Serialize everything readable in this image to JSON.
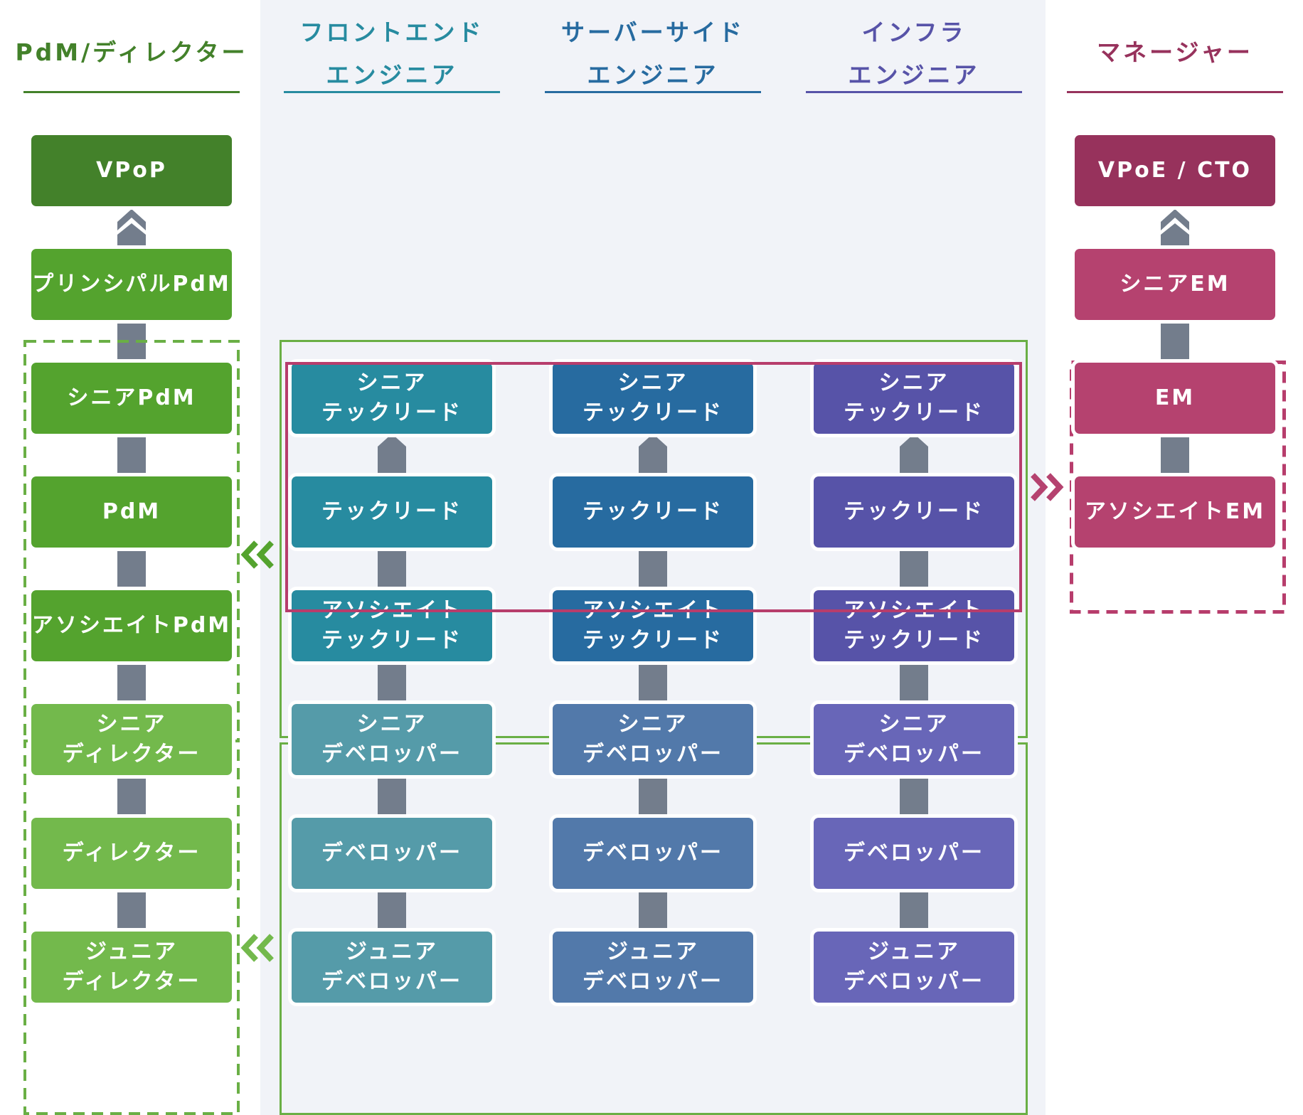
{
  "colors": {
    "pdm": "#43812a",
    "pdm_mid": "#54a32e",
    "director": "#73b94c",
    "frontend_lead": "#278ba0",
    "frontend_dev": "#559ba9",
    "server_lead": "#276ba0",
    "server_dev": "#5279aa",
    "infra_lead": "#5753a8",
    "infra_dev": "#6866b8",
    "manager_top": "#97325c",
    "manager": "#b5426f",
    "connector": "#737d8c",
    "band": "#f1f3f8",
    "frame_green": "#6aaf45",
    "frame_magenta": "#b73d6c"
  },
  "columns": {
    "pdm": {
      "header": [
        "PdM/ディレクター"
      ],
      "boxes": [
        [
          "VPoP"
        ],
        [
          "プリンシパルPdM"
        ],
        [
          "シニアPdM"
        ],
        [
          "PdM"
        ],
        [
          "アソシエイトPdM"
        ],
        [
          "シニア",
          "ディレクター"
        ],
        [
          "ディレクター"
        ],
        [
          "ジュニア",
          "ディレクター"
        ]
      ]
    },
    "frontend": {
      "header": [
        "フロントエンド",
        "エンジニア"
      ],
      "boxes": [
        [
          "シニア",
          "テックリード"
        ],
        [
          "テックリード"
        ],
        [
          "アソシエイト",
          "テックリード"
        ],
        [
          "シニア",
          "デベロッパー"
        ],
        [
          "デベロッパー"
        ],
        [
          "ジュニア",
          "デベロッパー"
        ]
      ]
    },
    "server": {
      "header": [
        "サーバーサイド",
        "エンジニア"
      ],
      "boxes": [
        [
          "シニア",
          "テックリード"
        ],
        [
          "テックリード"
        ],
        [
          "アソシエイト",
          "テックリード"
        ],
        [
          "シニア",
          "デベロッパー"
        ],
        [
          "デベロッパー"
        ],
        [
          "ジュニア",
          "デベロッパー"
        ]
      ]
    },
    "infra": {
      "header": [
        "インフラ",
        "エンジニア"
      ],
      "boxes": [
        [
          "シニア",
          "テックリード"
        ],
        [
          "テックリード"
        ],
        [
          "アソシエイト",
          "テックリード"
        ],
        [
          "シニア",
          "デベロッパー"
        ],
        [
          "デベロッパー"
        ],
        [
          "ジュニア",
          "デベロッパー"
        ]
      ]
    },
    "manager": {
      "header": [
        "マネージャー"
      ],
      "boxes": [
        [
          "VPoE / CTO"
        ],
        [
          "シニアEM"
        ],
        [
          "EM"
        ],
        [
          "アソシエイトEM"
        ]
      ]
    }
  },
  "icons": {
    "promotion": "double-chevron-up-icon",
    "move_left": "double-chevron-left-icon",
    "move_right": "double-chevron-right-icon"
  }
}
